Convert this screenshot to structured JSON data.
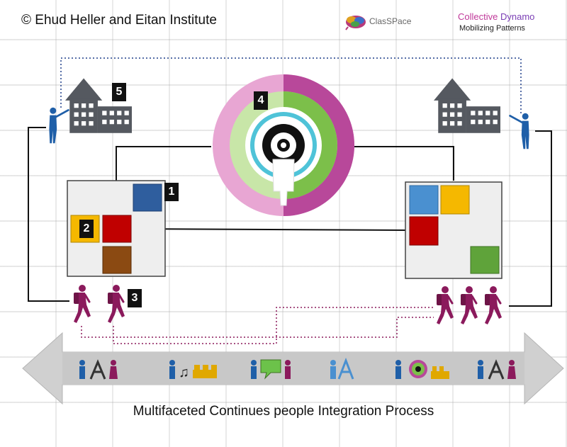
{
  "header": {
    "copyright": "© Ehud Heller and Eitan Institute",
    "classpace_logo": "ClasSPace",
    "dynamo_logo_word1": "Collective",
    "dynamo_logo_word2": "Dynamo",
    "dynamo_tagline": "Mobilizing Patterns"
  },
  "badges": [
    "1",
    "2",
    "3",
    "4",
    "5"
  ],
  "caption": "Multifaceted Continues people Integration Process",
  "colors": {
    "building": "#555960",
    "teacher": "#1f5fa8",
    "walker": "#8b1a5c",
    "tile_blue": "#2f5e9e",
    "tile_light_blue": "#4a90d0",
    "tile_yellow": "#f5b800",
    "tile_red": "#c00000",
    "tile_brown": "#8b4a12",
    "tile_green": "#5fa33a",
    "ring_pink": "#e8a6d3",
    "ring_magenta": "#b8489a",
    "ring_green": "#7cbf4a",
    "ring_light_green": "#c8e6a8"
  },
  "icons": {
    "left_building": "building-icon",
    "right_building": "building-icon",
    "teacher": "teacher-pointing-icon",
    "walker": "walking-person-backpack-icon",
    "center_logo": "concentric-rings-person-icon",
    "arrow_band": "double-headed-arrow-band"
  }
}
